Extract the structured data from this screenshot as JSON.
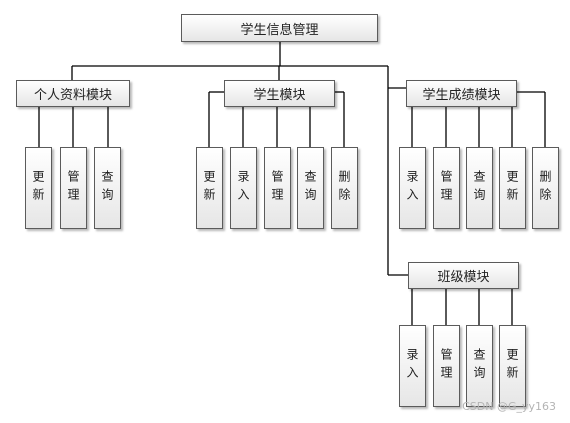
{
  "root": {
    "label": "学生信息管理"
  },
  "modules": [
    {
      "key": "profile",
      "label": "个人资料模块",
      "children": [
        "更新",
        "管理",
        "查询"
      ]
    },
    {
      "key": "student",
      "label": "学生模块",
      "children": [
        "更新",
        "录入",
        "管理",
        "查询",
        "删除"
      ]
    },
    {
      "key": "grades",
      "label": "学生成绩模块",
      "children": [
        "录入",
        "管理",
        "查询",
        "更新",
        "删除"
      ]
    },
    {
      "key": "class",
      "label": "班级模块",
      "children": [
        "录入",
        "管理",
        "查询",
        "更新"
      ]
    }
  ],
  "watermark": "CSDN @G_yy163",
  "colors": {
    "line": "#000000",
    "border": "#5b5b5b",
    "fill_top": "#ffffff",
    "fill_bottom": "#e6e6e6"
  }
}
